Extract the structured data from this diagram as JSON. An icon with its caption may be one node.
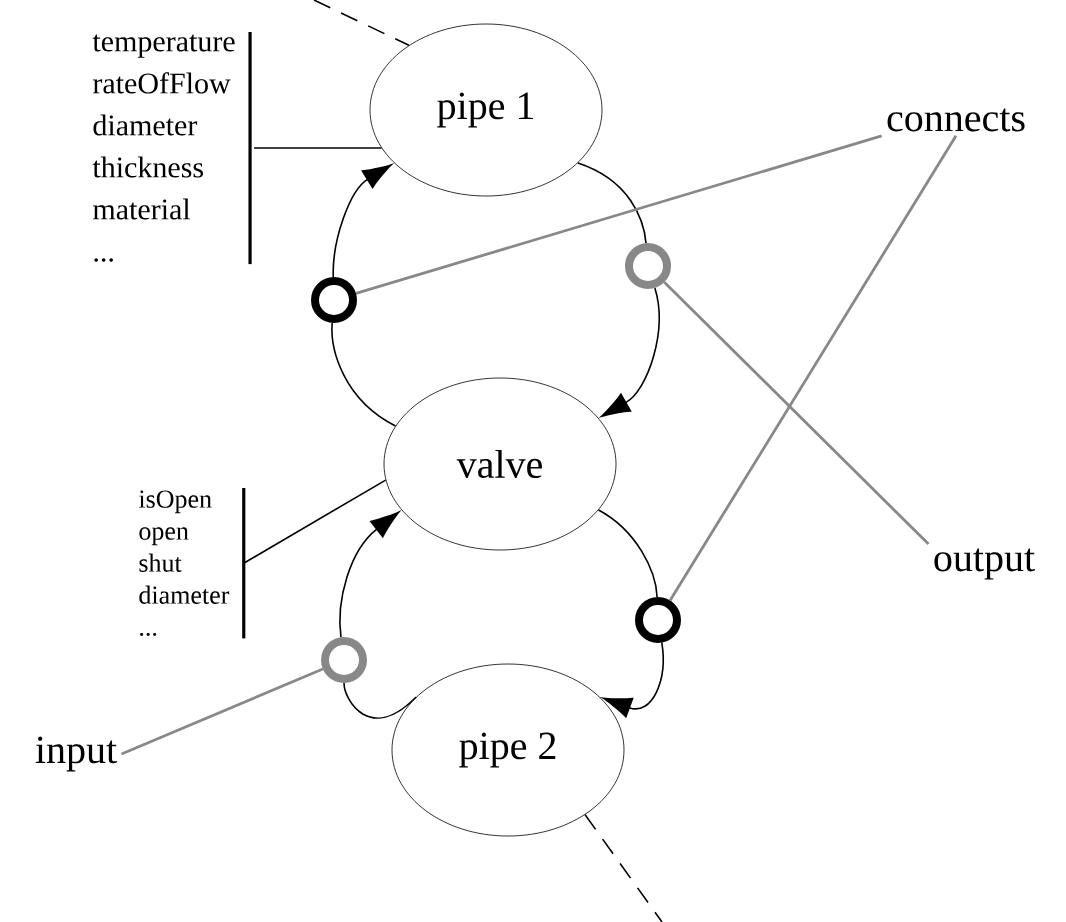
{
  "diagram": {
    "nodes": [
      {
        "text": [
          "temperature",
          "rateOfFlow",
          "diameter",
          "thickness",
          "material",
          "..."
        ]
      },
      {
        "text": [
          "pipe 1"
        ]
      },
      {
        "text": [
          "connects"
        ]
      },
      {
        "text": [],
        "shape": "circle"
      },
      {
        "text": [],
        "shape": "circle"
      },
      {
        "text": [
          "valve"
        ]
      },
      {
        "text": [
          "output"
        ]
      },
      {
        "text": [
          "isOpen",
          "open",
          "shut",
          "diameter",
          "..."
        ]
      },
      {
        "text": [],
        "shape": "circle"
      },
      {
        "text": [],
        "shape": "circle"
      },
      {
        "text": [
          "input"
        ]
      },
      {
        "text": [
          "pipe 2"
        ]
      }
    ],
    "edges": [
      {
        "from": 1,
        "to": 4,
        "arrow": "none"
      },
      {
        "from": 4,
        "to": 5,
        "arrow": "to"
      },
      {
        "from": 5,
        "to": 3,
        "arrow": "none"
      },
      {
        "from": 3,
        "to": 1,
        "arrow": "to"
      },
      {
        "from": 5,
        "to": 8,
        "arrow": "none"
      },
      {
        "from": 8,
        "to": 11,
        "arrow": "to"
      },
      {
        "from": 11,
        "to": 9,
        "arrow": "none"
      },
      {
        "from": 9,
        "to": 5,
        "arrow": "to"
      },
      {
        "from": 0,
        "to": 1,
        "arrow": "none"
      },
      {
        "from": 7,
        "to": 5,
        "arrow": "none"
      },
      {
        "from": 2,
        "to": 3,
        "arrow": "none",
        "color": "#888888"
      },
      {
        "from": 2,
        "to": 8,
        "arrow": "none",
        "color": "#888888"
      },
      {
        "from": 6,
        "to": 4,
        "arrow": "none",
        "color": "#888888"
      },
      {
        "from": 10,
        "to": 9,
        "arrow": "none",
        "color": "#888888"
      },
      {
        "from": null,
        "to": 1,
        "arrow": "none",
        "style": "dashed"
      },
      {
        "from": 11,
        "to": null,
        "arrow": "none",
        "style": "dashed"
      }
    ]
  }
}
